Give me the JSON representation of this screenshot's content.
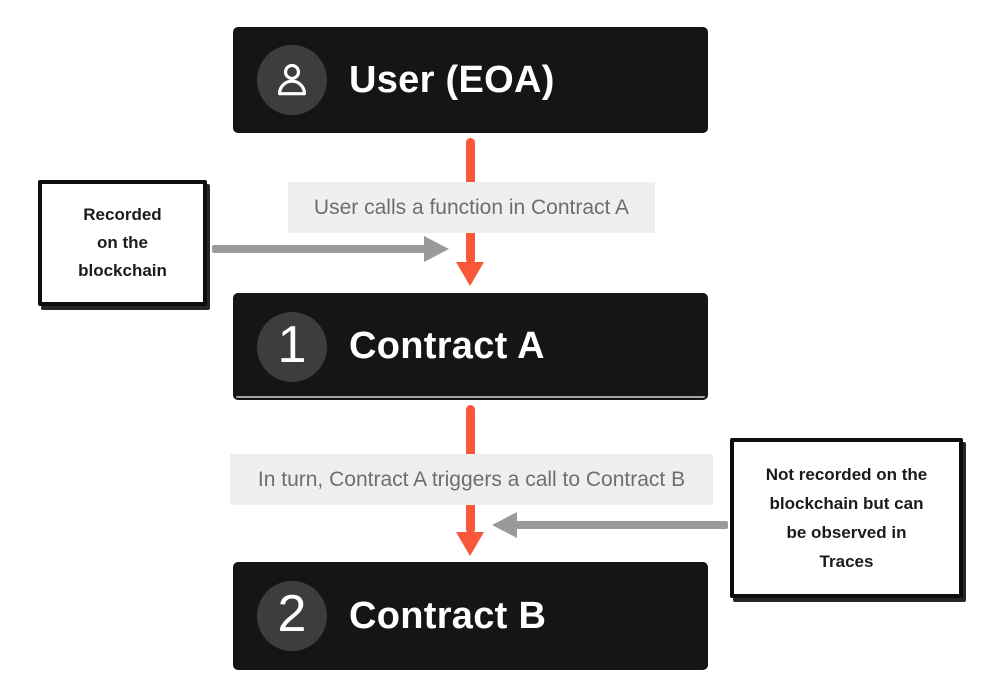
{
  "colors": {
    "page_bg": "#ffffff",
    "card_bg": "#151515",
    "card_text": "#ffffff",
    "circle_bg": "#3d3d3d",
    "label_bg": "#efefef",
    "label_text": "#6e6e6e",
    "arrow_orange": "#f8573a",
    "arrow_gray": "#9a9a9a",
    "note_bg": "#ffffff",
    "note_border": "#0d0d0d",
    "note_text": "#1b1b1b"
  },
  "nodes": {
    "user": {
      "title": "User (EOA)",
      "icon": "person-icon"
    },
    "contract_a": {
      "badge": "1",
      "title": "Contract A"
    },
    "contract_b": {
      "badge": "2",
      "title": "Contract B"
    }
  },
  "labels": {
    "call1": "User calls a function in Contract A",
    "call2": "In turn, Contract A triggers a call to Contract B"
  },
  "notes": {
    "left": {
      "lines": [
        "Recorded",
        "on the",
        "blockchain"
      ]
    },
    "right": {
      "lines": [
        "Not recorded on the",
        "blockchain but can",
        "be observed in",
        "Traces"
      ]
    }
  }
}
